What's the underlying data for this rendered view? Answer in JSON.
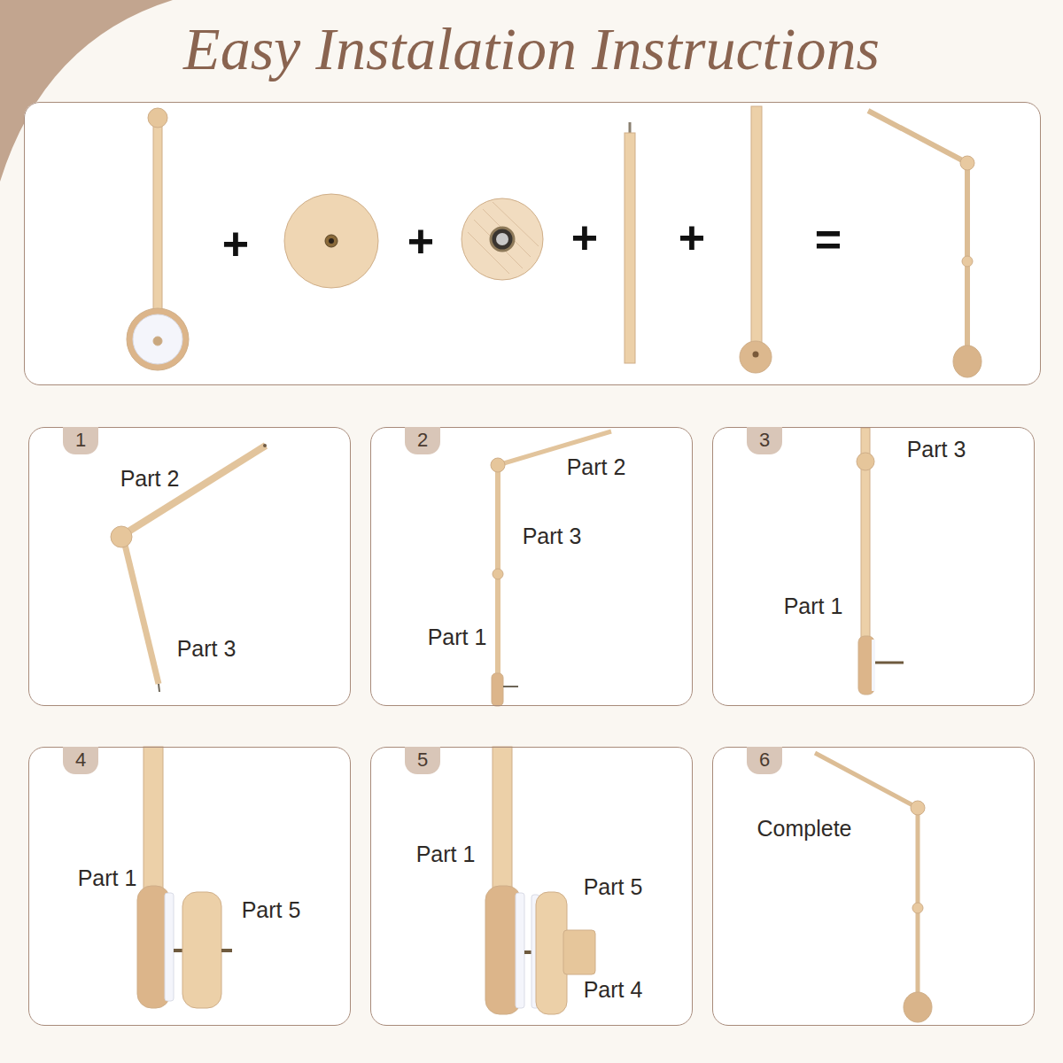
{
  "diagram": {
    "title": "Easy Instalation Instructions",
    "nodes": [
      {
        "text": [
          "+",
          "+",
          "+",
          "+",
          "="
        ]
      },
      {
        "text": [
          "Part 2",
          "Part 3"
        ]
      },
      {
        "text": [
          "1"
        ],
        "in": 1
      },
      {
        "text": [
          "Part 2",
          "Part 3",
          "Part 1"
        ]
      },
      {
        "text": [
          "2"
        ],
        "in": 3
      },
      {
        "text": [
          "Part 3",
          "Part 1"
        ]
      },
      {
        "text": [
          "3"
        ],
        "in": 5
      },
      {
        "text": [
          "Part 1",
          "Part 5"
        ]
      },
      {
        "text": [
          "4"
        ],
        "in": 7
      },
      {
        "text": [
          "Part 1",
          "Part 5",
          "Part 4"
        ]
      },
      {
        "text": [
          "5"
        ],
        "in": 9
      },
      {
        "text": [
          "Complete"
        ]
      },
      {
        "text": [
          "6"
        ],
        "in": 11
      }
    ]
  }
}
